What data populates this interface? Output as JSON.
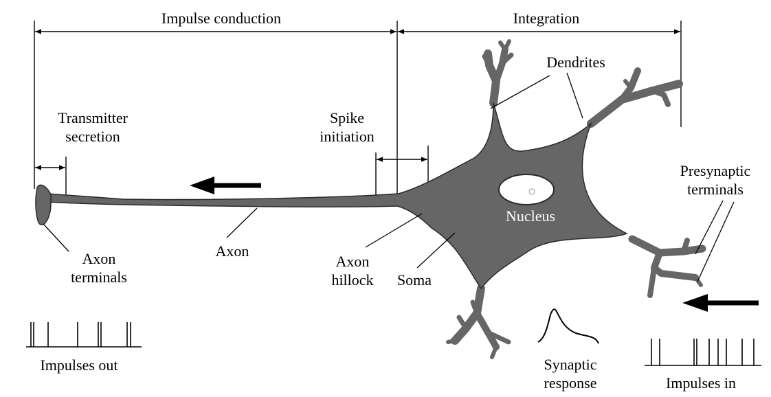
{
  "labels": {
    "impulse_conduction": "Impulse conduction",
    "integration": "Integration",
    "dendrites": "Dendrites",
    "transmitter_secretion": [
      "Transmitter",
      "secretion"
    ],
    "spike_initiation": [
      "Spike",
      "initiation"
    ],
    "presynaptic_terminals": [
      "Presynaptic",
      "terminals"
    ],
    "nucleus": "Nucleus",
    "axon_terminals": [
      "Axon",
      "terminals"
    ],
    "axon": "Axon",
    "axon_hillock": [
      "Axon",
      "hillock"
    ],
    "soma": "Soma",
    "synaptic_response": [
      "Synaptic",
      "response"
    ],
    "impulses_out": "Impulses out",
    "impulses_in": "Impulses in"
  },
  "colors": {
    "neuron_fill": "#666666",
    "neuron_outline": "#2a2a2a",
    "nucleus_fill": "#ffffff",
    "line": "#000000",
    "text": "#000000"
  },
  "spike_trains": {
    "impulses_out": {
      "count": 8
    },
    "impulses_in": {
      "count": 9
    }
  }
}
